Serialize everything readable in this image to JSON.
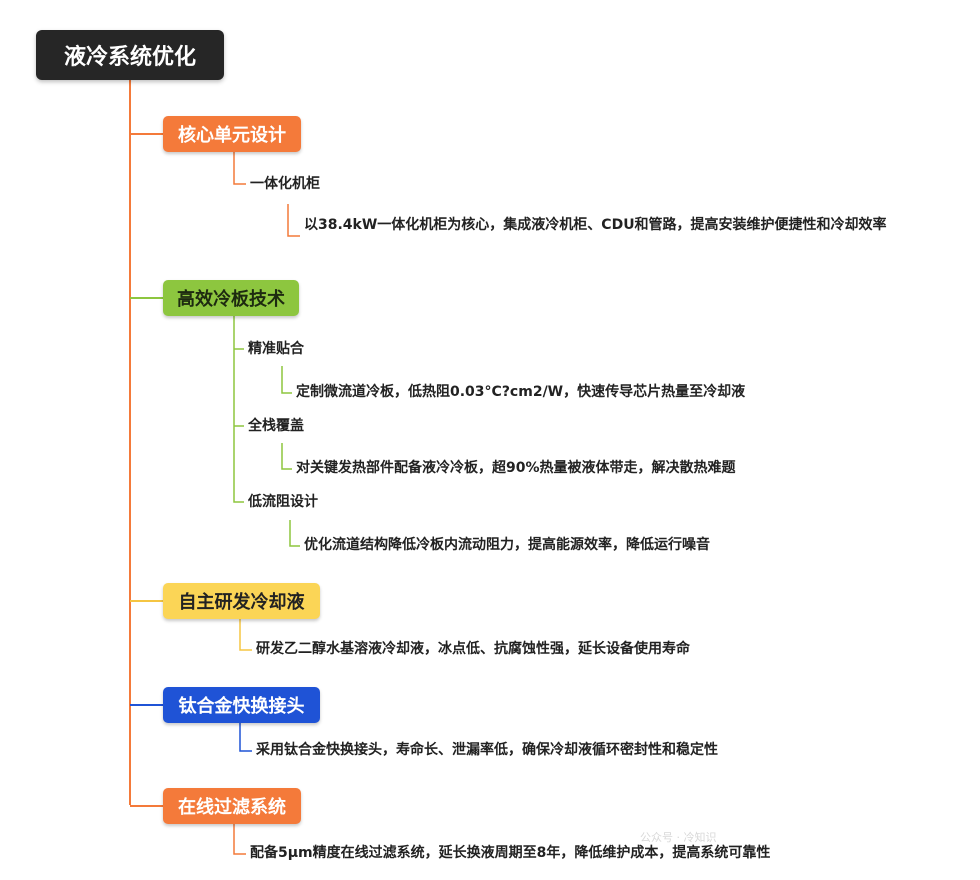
{
  "colors": {
    "root": "#262626",
    "orange": "#f47a3a",
    "green": "#8dc63f",
    "yellow": "#fbd556",
    "blue": "#1f53d6"
  },
  "root": {
    "label": "液冷系统优化"
  },
  "branches": [
    {
      "label": "核心单元设计",
      "color": "orange",
      "children": [
        {
          "label": "一体化机柜",
          "detail": "以38.4kW一体化机柜为核心，集成液冷机柜、CDU和管路，提高安装维护便捷性和冷却效率"
        }
      ]
    },
    {
      "label": "高效冷板技术",
      "color": "green",
      "children": [
        {
          "label": "精准贴合",
          "detail": "定制微流道冷板，低热阻0.03°C?cm2/W，快速传导芯片热量至冷却液"
        },
        {
          "label": "全栈覆盖",
          "detail": "对关键发热部件配备液冷冷板，超90%热量被液体带走，解决散热难题"
        },
        {
          "label": "低流阻设计",
          "detail": "优化流道结构降低冷板内流动阻力，提高能源效率，降低运行噪音"
        }
      ]
    },
    {
      "label": "自主研发冷却液",
      "color": "yellow",
      "detail": "研发乙二醇水基溶液冷却液，冰点低、抗腐蚀性强，延长设备使用寿命"
    },
    {
      "label": "钛合金快换接头",
      "color": "blue",
      "detail": "采用钛合金快换接头，寿命长、泄漏率低，确保冷却液循环密封性和稳定性"
    },
    {
      "label": "在线过滤系统",
      "color": "orange",
      "detail": "配备5μm精度在线过滤系统，延长换液周期至8年，降低维护成本，提高系统可靠性"
    }
  ],
  "watermark": "公众号 · 冷知识"
}
